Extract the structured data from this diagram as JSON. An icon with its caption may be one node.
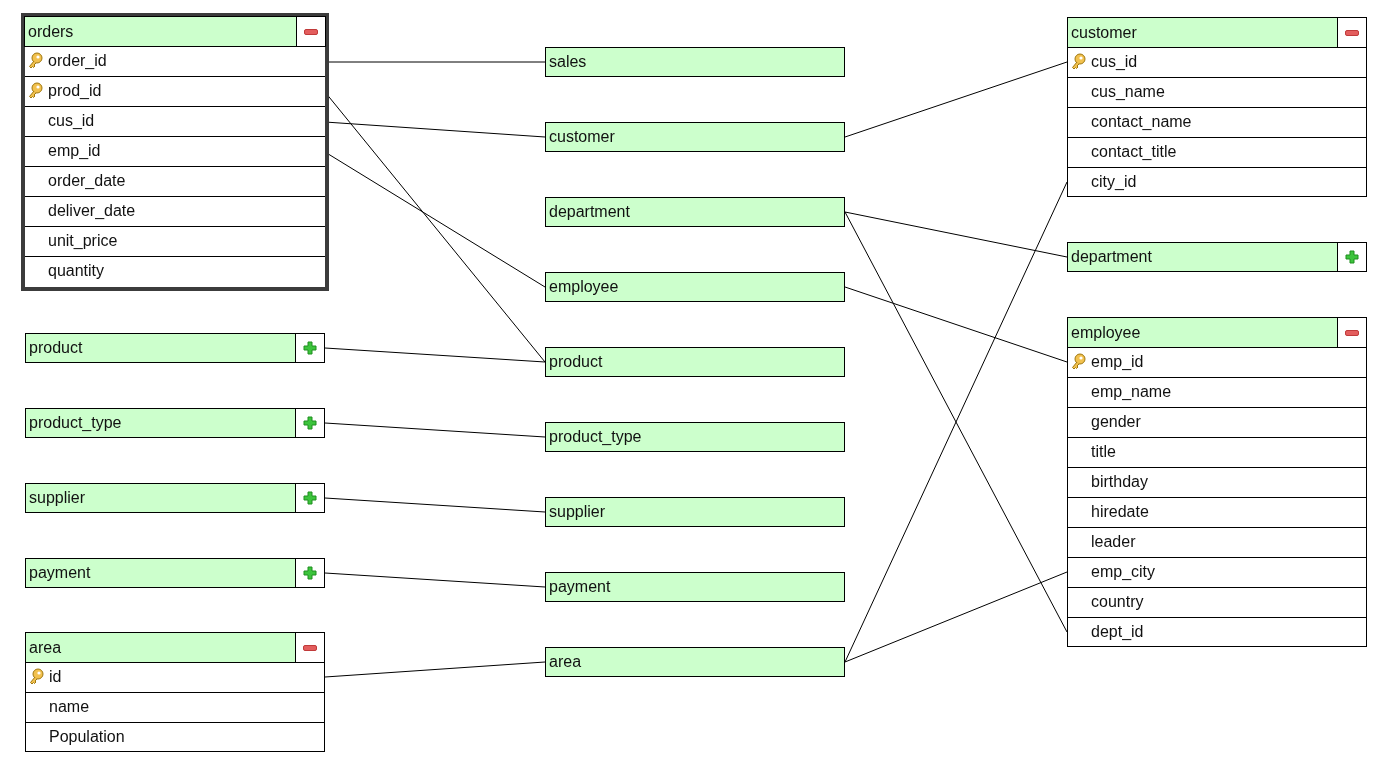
{
  "diagram": {
    "nodes": [
      {
        "text": [
          "orders"
        ]
      },
      {
        "text": [
          "order_id"
        ],
        "in": 0
      },
      {
        "text": [
          "prod_id"
        ],
        "in": 0
      },
      {
        "text": [
          "cus_id"
        ],
        "in": 0
      },
      {
        "text": [
          "emp_id"
        ],
        "in": 0
      },
      {
        "text": [
          "order_date"
        ],
        "in": 0
      },
      {
        "text": [
          "deliver_date"
        ],
        "in": 0
      },
      {
        "text": [
          "unit_price"
        ],
        "in": 0
      },
      {
        "text": [
          "quantity"
        ],
        "in": 0
      },
      {
        "text": [
          "product"
        ]
      },
      {
        "text": [
          "product_type"
        ]
      },
      {
        "text": [
          "supplier"
        ]
      },
      {
        "text": [
          "payment"
        ]
      },
      {
        "text": [
          "area"
        ]
      },
      {
        "text": [
          "id"
        ],
        "in": 13
      },
      {
        "text": [
          "name"
        ],
        "in": 13
      },
      {
        "text": [
          "Population"
        ],
        "in": 13
      },
      {
        "text": [
          "sales"
        ]
      },
      {
        "text": [
          "customer"
        ]
      },
      {
        "text": [
          "department"
        ]
      },
      {
        "text": [
          "employee"
        ]
      },
      {
        "text": [
          "product"
        ]
      },
      {
        "text": [
          "product_type"
        ]
      },
      {
        "text": [
          "supplier"
        ]
      },
      {
        "text": [
          "payment"
        ]
      },
      {
        "text": [
          "area"
        ]
      },
      {
        "text": [
          "customer"
        ]
      },
      {
        "text": [
          "cus_id"
        ],
        "in": 26
      },
      {
        "text": [
          "cus_name"
        ],
        "in": 26
      },
      {
        "text": [
          "contact_name"
        ],
        "in": 26
      },
      {
        "text": [
          "contact_title"
        ],
        "in": 26
      },
      {
        "text": [
          "city_id"
        ],
        "in": 26
      },
      {
        "text": [
          "department"
        ]
      },
      {
        "text": [
          "employee"
        ]
      },
      {
        "text": [
          "emp_id"
        ],
        "in": 33
      },
      {
        "text": [
          "emp_name"
        ],
        "in": 33
      },
      {
        "text": [
          "gender"
        ],
        "in": 33
      },
      {
        "text": [
          "title"
        ],
        "in": 33
      },
      {
        "text": [
          "birthday"
        ],
        "in": 33
      },
      {
        "text": [
          "hiredate"
        ],
        "in": 33
      },
      {
        "text": [
          "leader"
        ],
        "in": 33
      },
      {
        "text": [
          "emp_city"
        ],
        "in": 33
      },
      {
        "text": [
          "country"
        ],
        "in": 33
      },
      {
        "text": [
          "dept_id"
        ],
        "in": 33
      }
    ],
    "edges": [
      {
        "from": 1,
        "to": 17,
        "arrow": "none"
      },
      {
        "from": 2,
        "to": 21,
        "arrow": "none"
      },
      {
        "from": 3,
        "to": 18,
        "arrow": "none"
      },
      {
        "from": 4,
        "to": 20,
        "arrow": "none"
      },
      {
        "from": 9,
        "to": 21,
        "arrow": "none"
      },
      {
        "from": 10,
        "to": 22,
        "arrow": "none"
      },
      {
        "from": 11,
        "to": 23,
        "arrow": "none"
      },
      {
        "from": 12,
        "to": 24,
        "arrow": "none"
      },
      {
        "from": 14,
        "to": 25,
        "arrow": "none"
      },
      {
        "from": 18,
        "to": 27,
        "arrow": "none"
      },
      {
        "from": 19,
        "to": 32,
        "arrow": "none"
      },
      {
        "from": 19,
        "to": 43,
        "arrow": "none"
      },
      {
        "from": 20,
        "to": 34,
        "arrow": "none"
      },
      {
        "from": 25,
        "to": 31,
        "arrow": "none"
      },
      {
        "from": 25,
        "to": 41,
        "arrow": "none"
      }
    ]
  }
}
